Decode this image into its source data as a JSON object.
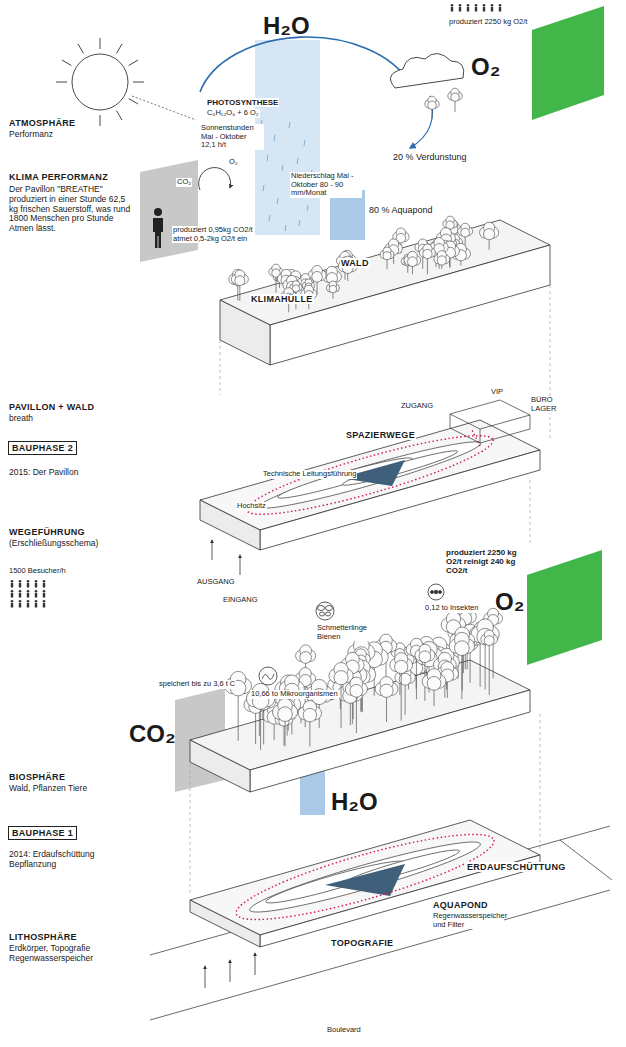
{
  "diagram": {
    "nodes": [
      {
        "text": [
          "BAUPHASE 2"
        ]
      },
      {
        "text": [
          "BAUPHASE 1"
        ]
      }
    ],
    "labels": [
      "produziert 2250 kg O2/t",
      "H₂O",
      "PHOTOSYNTHESE",
      "C₆H₁₂O₆ + 6 O₂",
      "Sonnenstunden Mai - Oktober 12,1 h/t",
      "O₂",
      "CO₂",
      "Niederschlag Mai - Oktober 80 - 90 mm/Monat",
      "20 % Verdunstung",
      "80 % Aquapond",
      "O₂",
      "ATMOSPHÄRE",
      "Performanz",
      "KLIMA PERFORMANZ",
      "Der Pavillon \"BREATHE\" produziert in einer Stunde 62,5 kg frischen Sauerstoff, was rund 1800 Menschen pro Stunde Atmen lässt.",
      "produziert 0,95kg CO2/t atmet 0,5-2kg O2/t ein",
      "WALD",
      "KLIMAHÜLLE",
      "PAVILLON + WALD",
      "breath",
      "2015: Der Pavillon",
      "ZUGANG",
      "VIP",
      "BÜRO LAGER",
      "SPAZIERWEGE",
      "Technische Leitungsführung",
      "Hochsitz",
      "WEGEFÜHRUNG",
      "(Erschließungsschema)",
      "1500 Besucher/h",
      "AUSGANG",
      "EINGANG",
      "produziert 2250 kg O2/t reinigt 240 kg CO2/t",
      "O₂",
      "0,12 to Insekten",
      "Schmetterlinge Bienen",
      "10,66 to Mikroorganismen",
      "CO₂",
      "speichert bis zu 3,6 t C",
      "BIOSPHÄRE",
      "Wald, Pflanzen Tiere",
      "H₂O",
      "2014: Erdaufschüttung Bepflanzung",
      "ERDAUFSCHÜTTUNG",
      "AQUAPOND",
      "Regenwasserspeicher und Filter",
      "TOPOGRAFIE",
      "LITHOSPHÄRE",
      "Erdkörper, Topografie Regenwasserspeicher",
      "Boulevard"
    ]
  }
}
